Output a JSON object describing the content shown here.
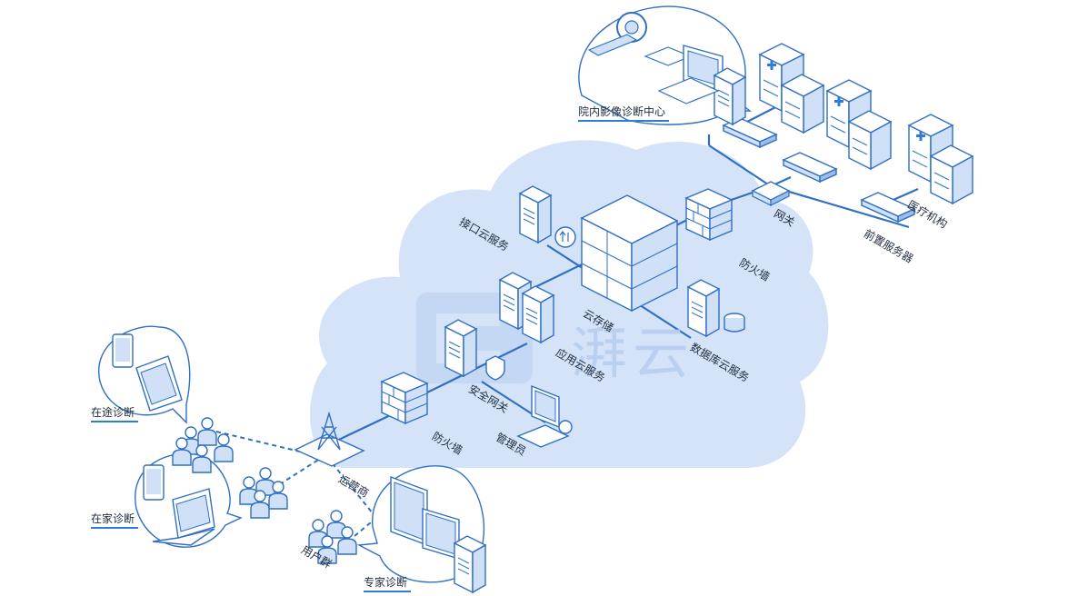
{
  "watermark": "湃云",
  "labels": {
    "in_hospital_center": "院内影像诊断中心",
    "medical_institutions": "医疗机构",
    "pre_server": "前置服务器",
    "gateway": "网关",
    "interface_cloud": "接口云服务",
    "firewall_top": "防火墙",
    "cloud_storage": "云存储",
    "app_cloud": "应用云服务",
    "db_cloud": "数据库云服务",
    "security_gateway": "安全网关",
    "administrator": "管理员",
    "firewall_bottom": "防火墙",
    "operator": "运营商",
    "en_route": "在途诊断",
    "at_home": "在家诊断",
    "user_group": "用户群",
    "expert": "专家诊断"
  },
  "colors": {
    "cloud": "#d4e3f8",
    "line": "#2f6fc4",
    "stroke": "#2f6fc4",
    "box_fill": "#ffffff",
    "accent": "#2f7bd8"
  }
}
